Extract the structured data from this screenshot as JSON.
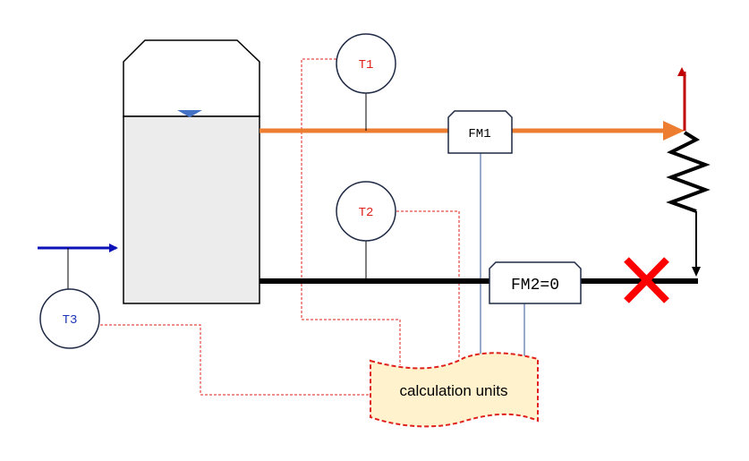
{
  "sensors": {
    "t1": {
      "label": "T1",
      "color": "#e0201b"
    },
    "t2": {
      "label": "T2",
      "color": "#e0201b"
    },
    "t3": {
      "label": "T3",
      "color": "#1f33b5"
    }
  },
  "meters": {
    "fm1": {
      "label": "FM1"
    },
    "fm2": {
      "label": "FM2=0"
    }
  },
  "calculation_block": {
    "label": "calculation units"
  },
  "colors": {
    "hot_line": "#ed7d31",
    "return_line": "#000000",
    "inlet_arrow": "#0d12b8",
    "outlet_arrow": "#c00000",
    "signal_wire": "#e0201b",
    "meter_wire": "#2f5597",
    "tank_liquid": "#ececec",
    "calc_fill": "#fff2cc",
    "block_cross": "#ff0000"
  }
}
